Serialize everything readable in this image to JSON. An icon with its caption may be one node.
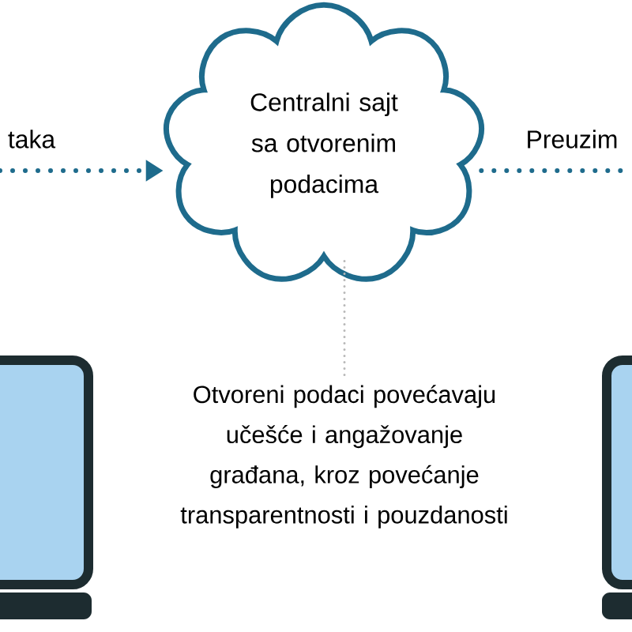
{
  "diagram": {
    "nodes": [
      {
        "text": [
          "Centralni sajt sa otvorenim podacima"
        ]
      },
      {
        "text": [
          "Otvoreni podaci povećavaju učešće i angažovanje građana, kroz povećanje transparentnosti i pouzdanosti"
        ]
      }
    ],
    "edges": [
      {
        "from": null,
        "to": 0,
        "arrow": "to",
        "label": "taka"
      },
      {
        "from": 0,
        "to": null,
        "arrow": "none",
        "label": "Preuzim"
      },
      {
        "from": 0,
        "to": 1,
        "arrow": "none",
        "color": "#b8b8b8"
      }
    ]
  }
}
